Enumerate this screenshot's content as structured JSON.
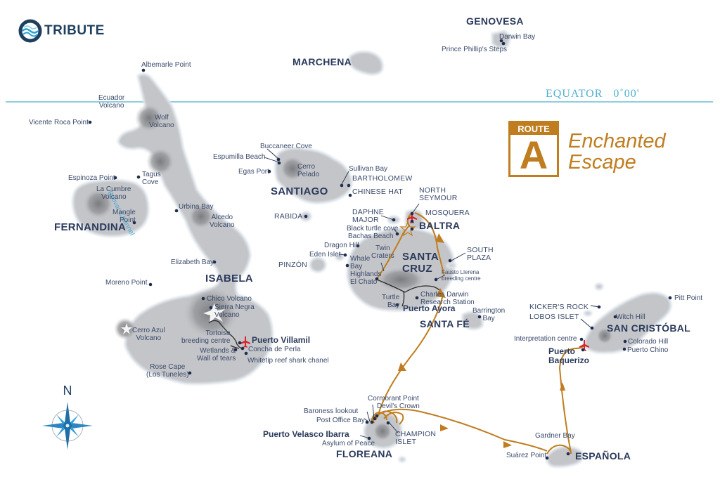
{
  "brand": {
    "name": "TRIBUTE",
    "logo_color": "#1f3f5f",
    "logo_accent": "#2aa0d0"
  },
  "equator": {
    "label": "EQUATOR   0˚00'",
    "color": "#4fb0cf"
  },
  "route": {
    "badge_top": "ROUTE",
    "badge_letter": "A",
    "title_line1": "Enchanted",
    "title_line2": "Escape",
    "color": "#c07d1f"
  },
  "compass": {
    "north": "N"
  },
  "channel": {
    "label": "Bolivar Channel"
  },
  "islands": {
    "genovesa": "GENOVESA",
    "marchena": "MARCHENA",
    "fernandina": "FERNANDINA",
    "isabela": "ISABELA",
    "santiago": "SANTIAGO",
    "santa_cruz_1": "SANTA",
    "santa_cruz_2": "CRUZ",
    "baltra": "BALTRA",
    "santa_fe": "SANTA FÉ",
    "san_cristobal": "SAN CRISTÓBAL",
    "floreana": "FLOREANA",
    "espanola": "ESPAÑOLA"
  },
  "small_islands": {
    "rabida": "RABIDA",
    "pinzon": "PINZÓN",
    "bartholomew": "BARTHOLOMEW",
    "chinese_hat": "CHINESE HAT",
    "north_seymour_1": "NORTH",
    "north_seymour_2": "SEYMOUR",
    "mosquera": "MOSQUERA",
    "daphne_1": "DAPHNE",
    "daphne_2": "MAJOR",
    "south_plaza_1": "SOUTH",
    "south_plaza_2": "PLAZA",
    "kickers_rock": "KICKER'S ROCK",
    "lobos_islet": "LOBOS ISLET",
    "champion_1": "CHAMPION",
    "champion_2": "ISLET"
  },
  "towns": {
    "puerto_villamil": "Puerto Villamil",
    "puerto_ayora": "Puerto Ayora",
    "puerto_baquerizo_1": "Puerto",
    "puerto_baquerizo_2": "Baquerizo",
    "puerto_velasco": "Puerto Velasco Ibarra"
  },
  "sites": {
    "darwin_bay": "Darwin Bay",
    "prince_phillips": "Prince Phillip's Steps",
    "albemarle": "Albemarle Point",
    "ecuador_1": "Ecuador",
    "ecuador_2": "Volcano",
    "vicente_roca": "Vicente Roca Point",
    "wolf_1": "Wolf",
    "wolf_2": "Volcano",
    "espinoza": "Espinoza Point",
    "tagus_1": "Tagus",
    "tagus_2": "Cove",
    "la_cumbre_1": "La Cumbre",
    "la_cumbre_2": "Volcano",
    "mangle_1": "Mangle",
    "mangle_2": "Point",
    "urbina": "Urbina Bay",
    "alcedo_1": "Alcedo",
    "alcedo_2": "Volcano",
    "elizabeth": "Elizabeth Bay",
    "moreno": "Moreno Point",
    "chico": "Chico Volcano",
    "sierra_negra_1": "Sierra Negra",
    "sierra_negra_2": "Volcano",
    "cerro_azul_1": "Cerro Azul",
    "cerro_azul_2": "Volcano",
    "tortoise_1": "Tortoise",
    "tortoise_2": "breeding centre",
    "wetlands_1": "Wetlands &",
    "wetlands_2": "Wall of tears",
    "concha": "Concha de Perla",
    "whitetip": "Whitetip reef shark chanel",
    "rose_cape_1": "Rose Cape",
    "rose_cape_2": "(Los Tuneles)",
    "buccaneer": "Buccaneer Cove",
    "espumilla": "Espumilla Beach",
    "egas": "Egas Port",
    "cerro_pelado_1": "Cerro",
    "cerro_pelado_2": "Pelado",
    "sullivan": "Sullivan Bay",
    "black_turtle": "Black turtle cove",
    "bachas": "Bachas Beach",
    "dragon_hill": "Dragon Hill",
    "eden": "Eden Islet",
    "whale_1": "Whale",
    "whale_2": "Bay",
    "twin_1": "Twin",
    "twin_2": "Craters",
    "highlands_1": "Highlands",
    "highlands_2": "El Chato",
    "fausto_1": "Fausto Llerena",
    "fausto_2": "breeding centre",
    "turtle_1": "Turtle",
    "turtle_2": "Bay",
    "darwin_station_1": "Charles Darwin",
    "darwin_station_2": "Research Station",
    "barrington_1": "Barrington",
    "barrington_2": "Bay",
    "pitt": "Pitt Point",
    "witch_hill": "Witch Hill",
    "interpretation": "Interpretation centre",
    "colorado": "Colorado Hill",
    "puerto_chino": "Puerto Chino",
    "cormorant": "Cormorant Point",
    "devils_crown": "Devil's Crown",
    "baroness": "Baroness lookout",
    "post_office": "Post Office Bay",
    "asylum": "Asylum of Peace",
    "gardner": "Gardner Bay",
    "suarez": "Suárez Point"
  },
  "colors": {
    "land": "#c4c5c8",
    "land_dark": "#8a8b8e",
    "text": "#3a4a6b",
    "route": "#c07d1f",
    "airport": "#d8232a",
    "dot": "#1f2e4d"
  }
}
